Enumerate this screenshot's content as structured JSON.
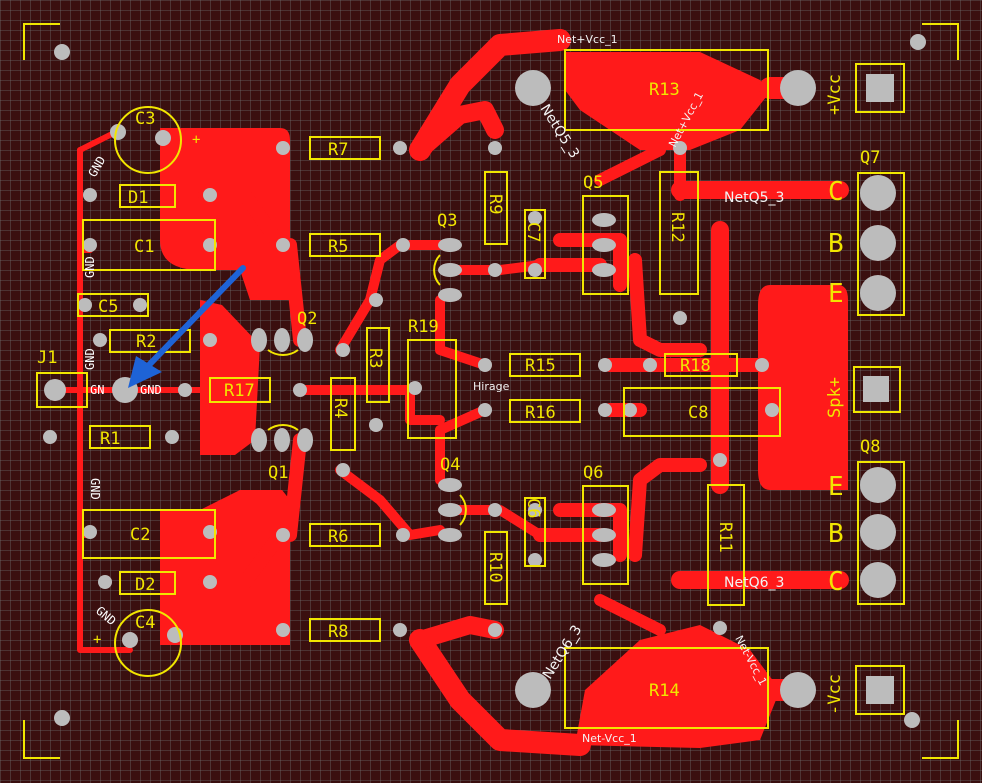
{
  "board": {
    "colors": {
      "background": "#3a0f0f",
      "grid": "#6b6b6b",
      "copper": "#ff1a1a",
      "silkscreen": "#f2e600",
      "pad": "#bcbcbc",
      "net_text": "#f3f3f3",
      "cursor_arrow": "#1e63d6"
    },
    "designators": {
      "r13": "R13",
      "r14": "R14",
      "r7": "R7",
      "r5": "R5",
      "r6": "R6",
      "r8": "R8",
      "r9": "R9",
      "r10": "R10",
      "r12": "R12",
      "r11": "R11",
      "r3": "R3",
      "r4": "R4",
      "r1": "R1",
      "r2": "R2",
      "r17": "R17",
      "r15": "R15",
      "r16": "R16",
      "r18": "R18",
      "r19": "R19",
      "c1": "C1",
      "c2": "C2",
      "c3": "C3",
      "c4": "C4",
      "c5": "C5",
      "c6": "C6",
      "c7": "C7",
      "c8": "C8",
      "d1": "D1",
      "d2": "D2",
      "q1": "Q1",
      "q2": "Q2",
      "q3": "Q3",
      "q4": "Q4",
      "q5": "Q5",
      "q6": "Q6",
      "q7": "Q7",
      "q8": "Q8",
      "j1": "J1",
      "vcc_pos": "+Vcc",
      "vcc_neg": "-Vcc",
      "spk": "Spk+",
      "pin_c": "C",
      "pin_b": "B",
      "pin_e": "E"
    },
    "nets": {
      "net_vcc_pos_top": "Net+Vcc_1",
      "net_vcc_pos_diag": "Net+Vcc_1",
      "net_vcc_neg_bottom": "Net-Vcc_1",
      "net_vcc_neg_diag": "Net-Vcc_1",
      "netq5_diag": "NetQ5_3",
      "netq5_h": "NetQ5_3",
      "netq6_diag": "NetQ6_3",
      "netq6_h": "NetQ6_3",
      "hirage": "Hirage",
      "gnd": "GND",
      "gnd_short": "GN"
    }
  }
}
